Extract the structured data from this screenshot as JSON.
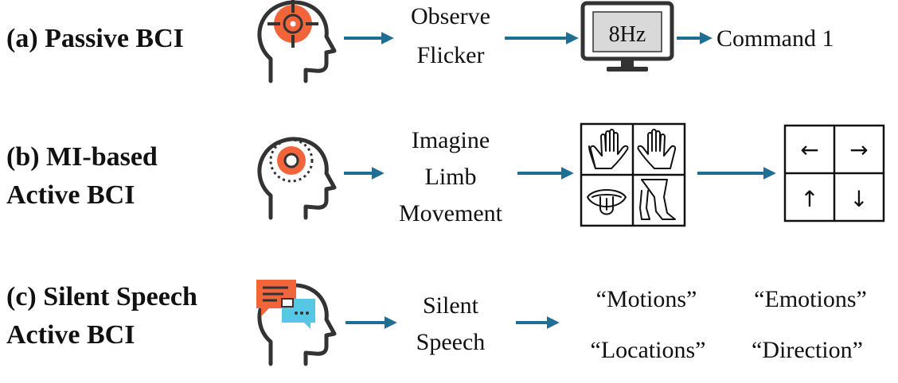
{
  "rows": {
    "passive": {
      "label": "(a) Passive BCI",
      "step": "Observe Flicker",
      "step_lines": [
        "Observe",
        "Flicker"
      ],
      "monitor_text": "8Hz",
      "result": "Command 1"
    },
    "mi": {
      "label": "(b) MI-based Active BCI",
      "label_lines": [
        "(b) MI-based",
        "Active BCI"
      ],
      "step": "Imagine Limb Movement",
      "step_lines": [
        "Imagine",
        "Limb",
        "Movement"
      ],
      "limb_icons": [
        "left-hand-icon",
        "right-hand-icon",
        "tongue-icon",
        "feet-icon"
      ],
      "directions": [
        "←",
        "→",
        "↑",
        "↓"
      ]
    },
    "silent": {
      "label": "(c) Silent Speech Active BCI",
      "label_lines": [
        "(c) Silent Speech",
        "Active BCI"
      ],
      "step": "Silent Speech",
      "step_lines": [
        "Silent",
        "Speech"
      ],
      "outputs": [
        "“Motions”",
        "“Emotions”",
        "“Locations”",
        "“Direction”"
      ]
    }
  },
  "colors": {
    "arrow": "#1f6f94",
    "icon_orange": "#f2643a",
    "icon_cyan": "#56c8e6",
    "outline": "#333333"
  },
  "icons": [
    "head-target-icon",
    "head-gear-icon",
    "head-chat-icon",
    "monitor-icon"
  ]
}
